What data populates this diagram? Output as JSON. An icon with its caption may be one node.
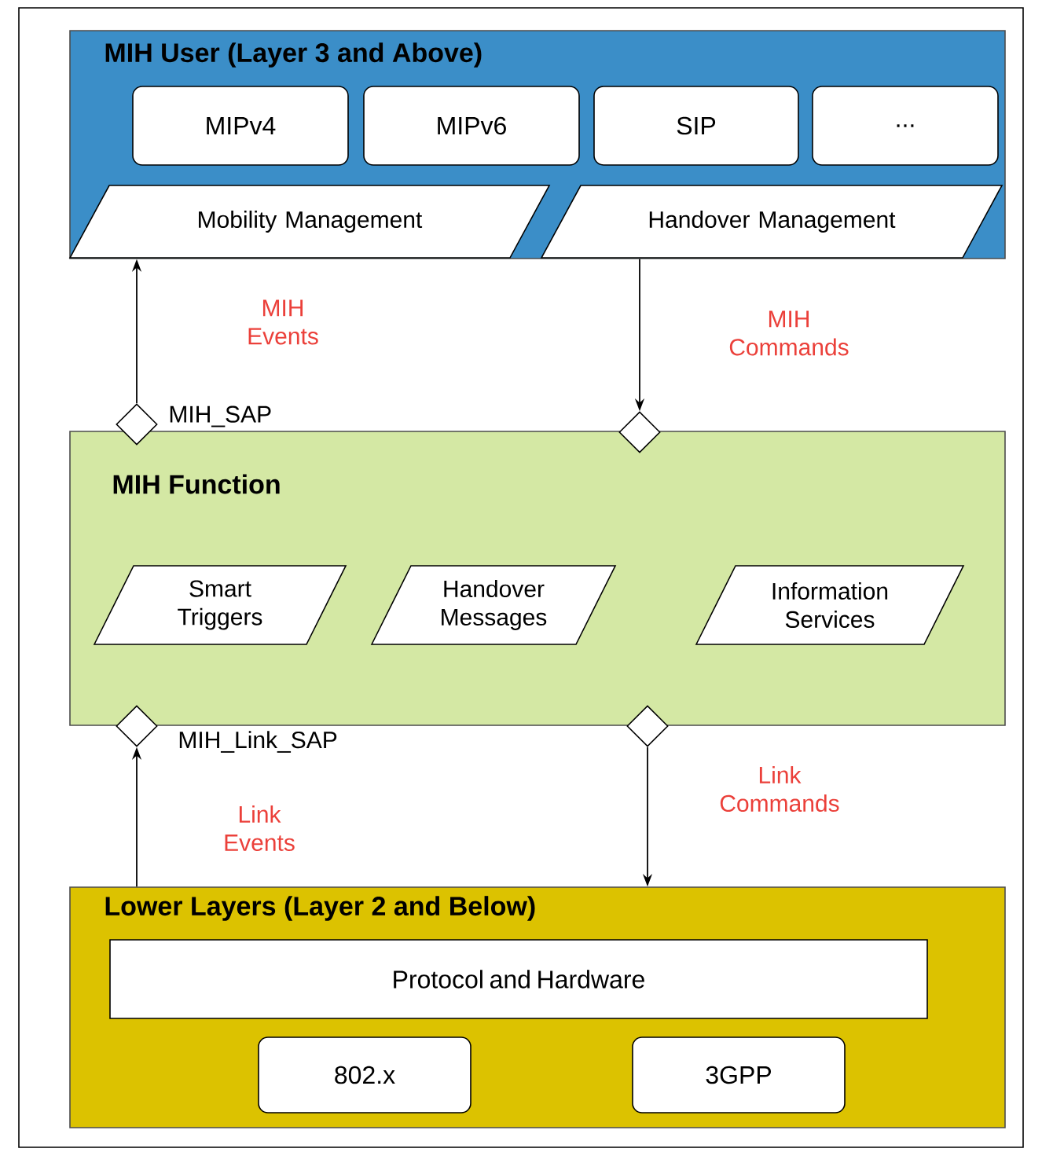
{
  "diagram": {
    "nodes": [
      {
        "text": [
          "MIH User (Layer 3 and Above)"
        ]
      },
      {
        "text": [
          "MIPv4"
        ],
        "in": 0
      },
      {
        "text": [
          "MIPv6"
        ],
        "in": 0
      },
      {
        "text": [
          "SIP"
        ],
        "in": 0
      },
      {
        "text": [
          "..."
        ],
        "in": 0
      },
      {
        "text": [
          "Mobility Management"
        ],
        "in": 0
      },
      {
        "text": [
          "Handover Management"
        ],
        "in": 0
      },
      {
        "text": [
          "MIH Function"
        ]
      },
      {
        "text": [
          "Smart Triggers"
        ],
        "in": 7
      },
      {
        "text": [
          "Handover Messages"
        ],
        "in": 7
      },
      {
        "text": [
          "Information Services"
        ],
        "in": 7
      },
      {
        "text": [
          "Lower Layers (Layer 2 and Below)"
        ]
      },
      {
        "text": [
          "Protocol and Hardware"
        ],
        "in": 11
      },
      {
        "text": [
          "802.x"
        ],
        "in": 11
      },
      {
        "text": [
          "3GPP"
        ],
        "in": 11
      },
      {
        "text": [],
        "shape": "diamond",
        "beside": [
          "MIH_SAP"
        ]
      },
      {
        "text": [],
        "shape": "diamond"
      },
      {
        "text": [],
        "shape": "diamond",
        "beside": [
          "MIH_Link_SAP"
        ]
      },
      {
        "text": [],
        "shape": "diamond"
      }
    ],
    "edges": [
      {
        "from": 15,
        "to": 0,
        "arrow": "to",
        "label": "MIH Events"
      },
      {
        "from": 0,
        "to": 16,
        "arrow": "to",
        "label": "MIH Commands"
      },
      {
        "from": 11,
        "to": 17,
        "arrow": "to",
        "label": "Link Events"
      },
      {
        "from": 18,
        "to": 11,
        "arrow": "to",
        "label": "Link Commands"
      }
    ]
  }
}
